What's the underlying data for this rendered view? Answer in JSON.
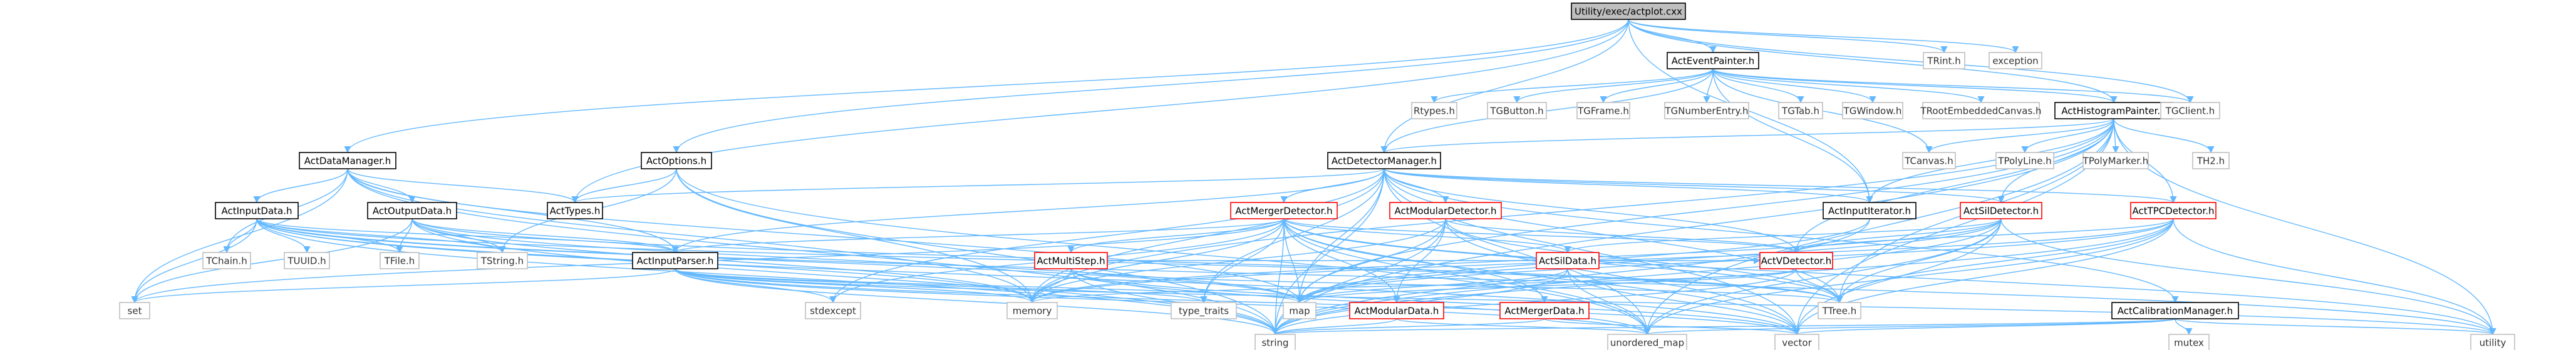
{
  "graph": {
    "root": "root",
    "colors": {
      "edge": "#63b8ff",
      "root_fill": "#bfbfbf",
      "root_border": "#000000",
      "local_border": "#000000",
      "external_border": "#bfbfbf",
      "highlight_border": "#ff0000",
      "text": "#000000",
      "external_text": "#333333"
    },
    "nodes": [
      {
        "id": "root",
        "label": "Utility/exec/actplot.cxx",
        "kind": "root"
      },
      {
        "id": "ActEventPainter",
        "label": "ActEventPainter.h",
        "kind": "local"
      },
      {
        "id": "TRint",
        "label": "TRint.h",
        "kind": "external"
      },
      {
        "id": "exception",
        "label": "exception",
        "kind": "external"
      },
      {
        "id": "ActHistogramPainter",
        "label": "ActHistogramPainter.h",
        "kind": "local"
      },
      {
        "id": "TGClient",
        "label": "TGClient.h",
        "kind": "external"
      },
      {
        "id": "Rtypes",
        "label": "Rtypes.h",
        "kind": "external"
      },
      {
        "id": "TGButton",
        "label": "TGButton.h",
        "kind": "external"
      },
      {
        "id": "TGFrame",
        "label": "TGFrame.h",
        "kind": "external"
      },
      {
        "id": "TGNumberEntry",
        "label": "TGNumberEntry.h",
        "kind": "external"
      },
      {
        "id": "TGTab",
        "label": "TGTab.h",
        "kind": "external"
      },
      {
        "id": "TGWindow",
        "label": "TGWindow.h",
        "kind": "external"
      },
      {
        "id": "TRootEmbeddedCanvas",
        "label": "TRootEmbeddedCanvas.h",
        "kind": "external"
      },
      {
        "id": "ActDataManager",
        "label": "ActDataManager.h",
        "kind": "local"
      },
      {
        "id": "ActOptions",
        "label": "ActOptions.h",
        "kind": "local"
      },
      {
        "id": "ActDetectorManager",
        "label": "ActDetectorManager.h",
        "kind": "local"
      },
      {
        "id": "TCanvas",
        "label": "TCanvas.h",
        "kind": "external"
      },
      {
        "id": "TPolyLine",
        "label": "TPolyLine.h",
        "kind": "external"
      },
      {
        "id": "TPolyMarker",
        "label": "TPolyMarker.h",
        "kind": "external"
      },
      {
        "id": "TH2",
        "label": "TH2.h",
        "kind": "external"
      },
      {
        "id": "ActInputData",
        "label": "ActInputData.h",
        "kind": "local"
      },
      {
        "id": "ActOutputData",
        "label": "ActOutputData.h",
        "kind": "local"
      },
      {
        "id": "ActTypes",
        "label": "ActTypes.h",
        "kind": "local"
      },
      {
        "id": "ActMergerDetector",
        "label": "ActMergerDetector.h",
        "kind": "highlight"
      },
      {
        "id": "ActModularDetector",
        "label": "ActModularDetector.h",
        "kind": "highlight"
      },
      {
        "id": "ActInputIterator",
        "label": "ActInputIterator.h",
        "kind": "local"
      },
      {
        "id": "ActSilDetector",
        "label": "ActSilDetector.h",
        "kind": "highlight"
      },
      {
        "id": "ActTPCDetector",
        "label": "ActTPCDetector.h",
        "kind": "highlight"
      },
      {
        "id": "TChain",
        "label": "TChain.h",
        "kind": "external"
      },
      {
        "id": "TUUID",
        "label": "TUUID.h",
        "kind": "external"
      },
      {
        "id": "TFile",
        "label": "TFile.h",
        "kind": "external"
      },
      {
        "id": "TString",
        "label": "TString.h",
        "kind": "external"
      },
      {
        "id": "ActInputParser",
        "label": "ActInputParser.h",
        "kind": "local"
      },
      {
        "id": "ActMultiStep",
        "label": "ActMultiStep.h",
        "kind": "highlight"
      },
      {
        "id": "ActSilData",
        "label": "ActSilData.h",
        "kind": "highlight"
      },
      {
        "id": "ActVDetector",
        "label": "ActVDetector.h",
        "kind": "highlight"
      },
      {
        "id": "set",
        "label": "set",
        "kind": "external"
      },
      {
        "id": "stdexcept",
        "label": "stdexcept",
        "kind": "external"
      },
      {
        "id": "memory",
        "label": "memory",
        "kind": "external"
      },
      {
        "id": "type_traits",
        "label": "type_traits",
        "kind": "external"
      },
      {
        "id": "map",
        "label": "map",
        "kind": "external"
      },
      {
        "id": "TTree",
        "label": "TTree.h",
        "kind": "external"
      },
      {
        "id": "ActModularData",
        "label": "ActModularData.h",
        "kind": "highlight"
      },
      {
        "id": "ActMergerData",
        "label": "ActMergerData.h",
        "kind": "highlight"
      },
      {
        "id": "ActCalibrationManager",
        "label": "ActCalibrationManager.h",
        "kind": "local"
      },
      {
        "id": "string",
        "label": "string",
        "kind": "external"
      },
      {
        "id": "unordered_map",
        "label": "unordered_map",
        "kind": "external"
      },
      {
        "id": "vector",
        "label": "vector",
        "kind": "external"
      },
      {
        "id": "mutex",
        "label": "mutex",
        "kind": "external"
      },
      {
        "id": "utility",
        "label": "utility",
        "kind": "external"
      }
    ],
    "edges": [
      [
        "root",
        "ActEventPainter"
      ],
      [
        "root",
        "TRint"
      ],
      [
        "root",
        "exception"
      ],
      [
        "root",
        "ActHistogramPainter"
      ],
      [
        "root",
        "TGClient"
      ],
      [
        "root",
        "ActDataManager"
      ],
      [
        "root",
        "ActOptions"
      ],
      [
        "root",
        "ActDetectorManager"
      ],
      [
        "root",
        "ActTypes"
      ],
      [
        "root",
        "ActInputIterator"
      ],
      [
        "ActEventPainter",
        "Rtypes"
      ],
      [
        "ActEventPainter",
        "TGButton"
      ],
      [
        "ActEventPainter",
        "TGFrame"
      ],
      [
        "ActEventPainter",
        "TGNumberEntry"
      ],
      [
        "ActEventPainter",
        "TGTab"
      ],
      [
        "ActEventPainter",
        "TGWindow"
      ],
      [
        "ActEventPainter",
        "TRootEmbeddedCanvas"
      ],
      [
        "ActEventPainter",
        "ActHistogramPainter"
      ],
      [
        "ActEventPainter",
        "TGClient"
      ],
      [
        "ActEventPainter",
        "ActDetectorManager"
      ],
      [
        "ActEventPainter",
        "ActInputIterator"
      ],
      [
        "ActEventPainter",
        "TCanvas"
      ],
      [
        "ActHistogramPainter",
        "ActDetectorManager"
      ],
      [
        "ActHistogramPainter",
        "TCanvas"
      ],
      [
        "ActHistogramPainter",
        "TPolyLine"
      ],
      [
        "ActHistogramPainter",
        "TPolyMarker"
      ],
      [
        "ActHistogramPainter",
        "TH2"
      ],
      [
        "ActHistogramPainter",
        "ActSilDetector"
      ],
      [
        "ActHistogramPainter",
        "ActTPCDetector"
      ],
      [
        "ActHistogramPainter",
        "ActInputIterator"
      ],
      [
        "ActHistogramPainter",
        "ActVDetector"
      ],
      [
        "ActHistogramPainter",
        "map"
      ],
      [
        "ActHistogramPainter",
        "memory"
      ],
      [
        "ActHistogramPainter",
        "string"
      ],
      [
        "ActHistogramPainter",
        "vector"
      ],
      [
        "ActHistogramPainter",
        "utility"
      ],
      [
        "ActHistogramPainter",
        "TTree"
      ],
      [
        "ActHistogramPainter",
        "unordered_map"
      ],
      [
        "ActDataManager",
        "ActInputData"
      ],
      [
        "ActDataManager",
        "ActOutputData"
      ],
      [
        "ActDataManager",
        "ActTypes"
      ],
      [
        "ActDataManager",
        "TChain"
      ],
      [
        "ActDataManager",
        "ActInputParser"
      ],
      [
        "ActDataManager",
        "set"
      ],
      [
        "ActDataManager",
        "string"
      ],
      [
        "ActDataManager",
        "memory"
      ],
      [
        "ActDataManager",
        "map"
      ],
      [
        "ActOptions",
        "ActTypes"
      ],
      [
        "ActOptions",
        "TString"
      ],
      [
        "ActOptions",
        "string"
      ],
      [
        "ActOptions",
        "memory"
      ],
      [
        "ActOptions",
        "unordered_map"
      ],
      [
        "ActDetectorManager",
        "ActTypes"
      ],
      [
        "ActDetectorManager",
        "ActMergerDetector"
      ],
      [
        "ActDetectorManager",
        "ActModularDetector"
      ],
      [
        "ActDetectorManager",
        "ActInputIterator"
      ],
      [
        "ActDetectorManager",
        "ActSilDetector"
      ],
      [
        "ActDetectorManager",
        "ActTPCDetector"
      ],
      [
        "ActDetectorManager",
        "ActVDetector"
      ],
      [
        "ActDetectorManager",
        "ActCalibrationManager"
      ],
      [
        "ActDetectorManager",
        "ActInputParser"
      ],
      [
        "ActDetectorManager",
        "TTree"
      ],
      [
        "ActDetectorManager",
        "memory"
      ],
      [
        "ActDetectorManager",
        "map"
      ],
      [
        "ActDetectorManager",
        "string"
      ],
      [
        "ActDetectorManager",
        "vector"
      ],
      [
        "ActDetectorManager",
        "unordered_map"
      ],
      [
        "ActDetectorManager",
        "stdexcept"
      ],
      [
        "ActDetectorManager",
        "type_traits"
      ],
      [
        "ActInputData",
        "TChain"
      ],
      [
        "ActInputData",
        "TUUID"
      ],
      [
        "ActInputData",
        "TFile"
      ],
      [
        "ActInputData",
        "TString"
      ],
      [
        "ActInputData",
        "ActInputParser"
      ],
      [
        "ActInputData",
        "set"
      ],
      [
        "ActInputData",
        "memory"
      ],
      [
        "ActInputData",
        "map"
      ],
      [
        "ActInputData",
        "string"
      ],
      [
        "ActInputData",
        "vector"
      ],
      [
        "ActInputData",
        "TTree"
      ],
      [
        "ActInputData",
        "utility"
      ],
      [
        "ActOutputData",
        "TFile"
      ],
      [
        "ActOutputData",
        "ActInputParser"
      ],
      [
        "ActOutputData",
        "TString"
      ],
      [
        "ActOutputData",
        "memory"
      ],
      [
        "ActOutputData",
        "map"
      ],
      [
        "ActOutputData",
        "string"
      ],
      [
        "ActOutputData",
        "TTree"
      ],
      [
        "ActOutputData",
        "set"
      ],
      [
        "ActMergerDetector",
        "ActMultiStep"
      ],
      [
        "ActMergerDetector",
        "ActSilData"
      ],
      [
        "ActMergerDetector",
        "ActVDetector"
      ],
      [
        "ActMergerDetector",
        "ActMergerData"
      ],
      [
        "ActMergerDetector",
        "ActModularData"
      ],
      [
        "ActMergerDetector",
        "ActInputParser"
      ],
      [
        "ActMergerDetector",
        "memory"
      ],
      [
        "ActMergerDetector",
        "map"
      ],
      [
        "ActMergerDetector",
        "string"
      ],
      [
        "ActMergerDetector",
        "vector"
      ],
      [
        "ActMergerDetector",
        "TTree"
      ],
      [
        "ActMergerDetector",
        "stdexcept"
      ],
      [
        "ActMergerDetector",
        "type_traits"
      ],
      [
        "ActMergerDetector",
        "unordered_map"
      ],
      [
        "ActMergerDetector",
        "set"
      ],
      [
        "ActMergerDetector",
        "utility"
      ],
      [
        "ActModularDetector",
        "ActModularData"
      ],
      [
        "ActModularDetector",
        "ActVDetector"
      ],
      [
        "ActModularDetector",
        "map"
      ],
      [
        "ActModularDetector",
        "string"
      ],
      [
        "ActModularDetector",
        "TTree"
      ],
      [
        "ActModularDetector",
        "vector"
      ],
      [
        "ActModularDetector",
        "memory"
      ],
      [
        "ActInputIterator",
        "string"
      ],
      [
        "ActInputIterator",
        "map"
      ],
      [
        "ActSilDetector",
        "ActSilData"
      ],
      [
        "ActSilDetector",
        "ActVDetector"
      ],
      [
        "ActSilDetector",
        "map"
      ],
      [
        "ActSilDetector",
        "string"
      ],
      [
        "ActSilDetector",
        "vector"
      ],
      [
        "ActSilDetector",
        "TTree"
      ],
      [
        "ActSilDetector",
        "unordered_map"
      ],
      [
        "ActSilDetector",
        "memory"
      ],
      [
        "ActSilDetector",
        "utility"
      ],
      [
        "ActTPCDetector",
        "ActVDetector"
      ],
      [
        "ActTPCDetector",
        "TTree"
      ],
      [
        "ActTPCDetector",
        "vector"
      ],
      [
        "ActTPCDetector",
        "string"
      ],
      [
        "ActTPCDetector",
        "unordered_map"
      ],
      [
        "ActTPCDetector",
        "utility"
      ],
      [
        "ActTPCDetector",
        "memory"
      ],
      [
        "ActTPCDetector",
        "map"
      ],
      [
        "ActInputParser",
        "stdexcept"
      ],
      [
        "ActInputParser",
        "memory"
      ],
      [
        "ActInputParser",
        "map"
      ],
      [
        "ActInputParser",
        "string"
      ],
      [
        "ActInputParser",
        "unordered_map"
      ],
      [
        "ActInputParser",
        "vector"
      ],
      [
        "ActInputParser",
        "set"
      ],
      [
        "ActInputParser",
        "utility"
      ],
      [
        "ActInputParser",
        "type_traits"
      ],
      [
        "ActMultiStep",
        "ActVDetector"
      ],
      [
        "ActMultiStep",
        "memory"
      ],
      [
        "ActMultiStep",
        "string"
      ],
      [
        "ActMultiStep",
        "vector"
      ],
      [
        "ActMultiStep",
        "TTree"
      ],
      [
        "ActMultiStep",
        "unordered_map"
      ],
      [
        "ActSilData",
        "map"
      ],
      [
        "ActSilData",
        "string"
      ],
      [
        "ActSilData",
        "vector"
      ],
      [
        "ActSilData",
        "unordered_map"
      ],
      [
        "ActVDetector",
        "TTree"
      ],
      [
        "ActVDetector",
        "memory"
      ],
      [
        "ActVDetector",
        "string"
      ],
      [
        "ActVDetector",
        "map"
      ],
      [
        "ActModularData",
        "string"
      ],
      [
        "ActModularData",
        "unordered_map"
      ],
      [
        "ActMergerData",
        "string"
      ],
      [
        "ActMergerData",
        "vector"
      ],
      [
        "ActCalibrationManager",
        "mutex"
      ],
      [
        "ActCalibrationManager",
        "string"
      ],
      [
        "ActCalibrationManager",
        "unordered_map"
      ],
      [
        "ActCalibrationManager",
        "vector"
      ],
      [
        "ActCalibrationManager",
        "utility"
      ]
    ]
  }
}
